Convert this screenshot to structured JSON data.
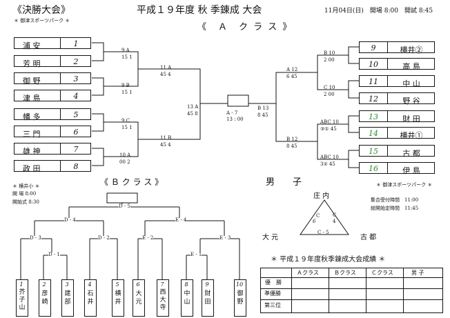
{
  "header": {
    "left_title": "《決勝大会》",
    "left_venue": "＊ 御津スポーツパーク ＊",
    "center_title": "平成１９年度 秋 季錬成 大会",
    "date_info": "11月04日(日)　開場 8:00　開試 8:45"
  },
  "a_class": {
    "title": "《　Ａ　ク ラ ス 》",
    "left_teams": [
      {
        "name": "浦 安",
        "no": "1"
      },
      {
        "name": "芳 明",
        "no": "2"
      },
      {
        "name": "御 野",
        "no": "3"
      },
      {
        "name": "津 島",
        "no": "4"
      },
      {
        "name": "幡 多",
        "no": "5"
      },
      {
        "name": "三 門",
        "no": "6"
      },
      {
        "name": "雄 神",
        "no": "7"
      },
      {
        "name": "政 田",
        "no": "8"
      }
    ],
    "right_teams": [
      {
        "no": "9",
        "name": "横井②"
      },
      {
        "no": "10",
        "name": "高 島"
      },
      {
        "no": "11",
        "name": "中 山"
      },
      {
        "no": "12",
        "name": "野 谷"
      },
      {
        "no": "13",
        "name": "財 田"
      },
      {
        "no": "14",
        "name": "横井①"
      },
      {
        "no": "15",
        "name": "古 都"
      },
      {
        "no": "16",
        "name": "伊 島"
      }
    ],
    "match_labels": {
      "l1": [
        "9  A",
        "15  1"
      ],
      "l2": [
        "9  B",
        "15  1"
      ],
      "l3": [
        "9  C",
        "15  1"
      ],
      "l4": [
        "10  A",
        "00  2"
      ],
      "l5": [
        "11  A",
        "45  4"
      ],
      "l6": [
        "11  B",
        "45  4"
      ],
      "l7": [
        "13  A",
        "45  8"
      ],
      "center": [
        "A - 7",
        "13 : 00"
      ],
      "r1": [
        "B  10",
        "2  00"
      ],
      "r2": [
        "C  10",
        "2  00"
      ],
      "r3": [
        "ABC  10",
        "③①  45"
      ],
      "r4": [
        "ABC  10",
        "3②  45"
      ],
      "r5": [
        "A  12",
        "6  45"
      ],
      "r6": [
        "B  12",
        "8  45"
      ],
      "r7": [
        "B  13",
        "8  45"
      ]
    }
  },
  "b_class": {
    "title": "《 Ｂ ク ラ ス 》",
    "venue": "＊ 横井小 ＊",
    "open_label": "開 場 8:00",
    "start_label": "開始式 8:30",
    "match_labels": [
      "D - 5",
      "D - 4",
      "E - 4",
      "D - 3",
      "D - 2",
      "E - 2",
      "E - 3",
      "D - 1",
      "E - 1"
    ],
    "teams": [
      {
        "no": "1",
        "name": "芥子山"
      },
      {
        "no": "2",
        "name": "彦崎"
      },
      {
        "no": "3",
        "name": "建部"
      },
      {
        "no": "4",
        "name": "石井"
      },
      {
        "no": "5",
        "name": "横井"
      },
      {
        "no": "6",
        "name": "大元"
      },
      {
        "no": "7",
        "name": "西大寺"
      },
      {
        "no": "8",
        "name": "中山"
      },
      {
        "no": "9",
        "name": "財田"
      },
      {
        "no": "10",
        "name": "御野"
      }
    ]
  },
  "boys": {
    "title": "男　　子",
    "venue": "＊ 御津スポーツパーク ＊",
    "reception": "集合受付時間　11:00",
    "meeting": "総開始定時間　11:45",
    "teams": {
      "top": "庄 内",
      "left": "大 元",
      "right": "古 都"
    },
    "edges": {
      "left": "6",
      "right": "C\n4",
      "inner": "C",
      "bottom": "C - 5"
    }
  },
  "results": {
    "title": "＊ 平成１９年度秋季錬成大会成績 ＊",
    "columns": [
      "Ａクラス",
      "Ｂクラス",
      "Ｃクラス",
      "男 子"
    ],
    "rows": [
      "優　勝",
      "準優勝",
      "第三位"
    ]
  }
}
